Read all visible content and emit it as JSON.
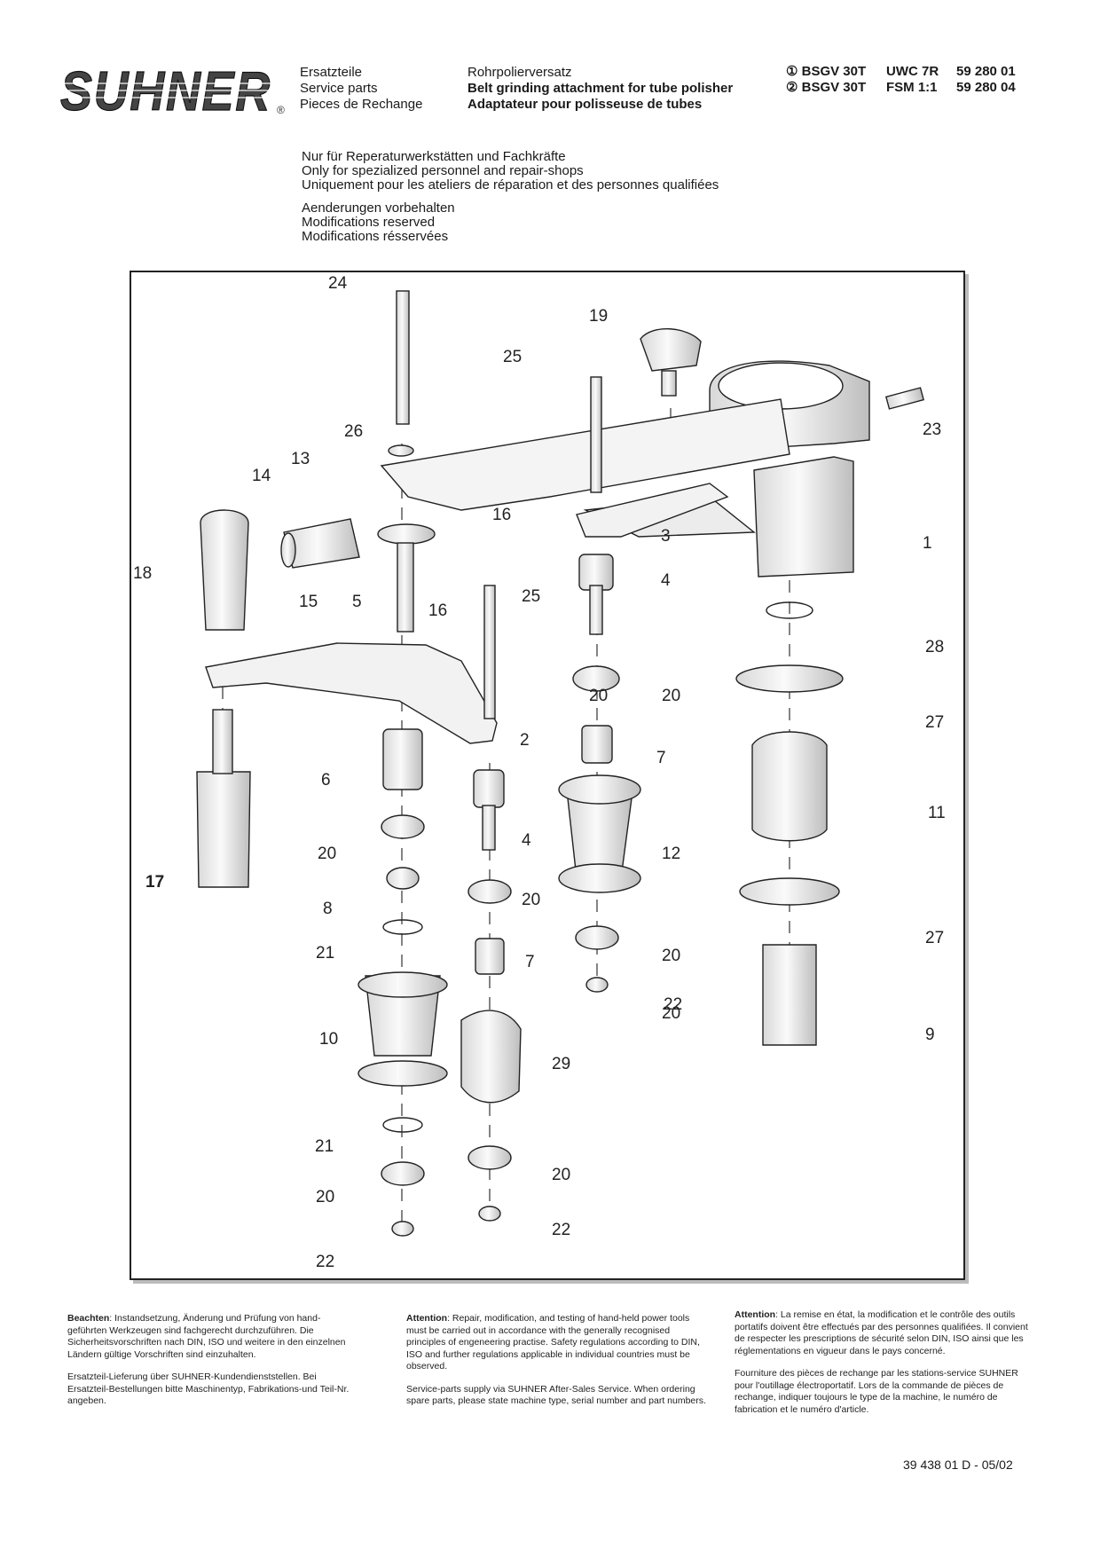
{
  "header": {
    "brand": "SUHNER",
    "registered": "®",
    "type_lines": [
      "Ersatzteile",
      "Service parts",
      "Pieces de Rechange"
    ],
    "product_lines": [
      "Rohrpolierversatz",
      "Belt grinding attachment for tube polisher",
      "Adaptateur pour polisseuse de tubes"
    ],
    "variants": [
      {
        "mark": "①",
        "model": "BSGV 30T",
        "config": "UWC 7R",
        "part_no": "59 280 01"
      },
      {
        "mark": "②",
        "model": "BSGV 30T",
        "config": "FSM 1:1",
        "part_no": "59 280 04"
      }
    ]
  },
  "notices": {
    "workshop": [
      "Nur für Reperaturwerkstätten und Fachkräfte",
      "Only for spezialized personnel and repair-shops",
      "Uniquement pour les ateliers de réparation et des personnes qualifiées"
    ],
    "modifications": [
      "Aenderungen vorbehalten",
      "Modifications reserved",
      "Modifications résservées"
    ]
  },
  "diagram": {
    "part_numbers": [
      "24",
      "19",
      "25",
      "23",
      "26",
      "13",
      "14",
      "16",
      "3",
      "1",
      "18",
      "15",
      "5",
      "16",
      "25",
      "4",
      "28",
      "20",
      "27",
      "2",
      "20",
      "7",
      "6",
      "11",
      "4",
      "12",
      "20",
      "20",
      "17",
      "8",
      "20",
      "27",
      "21",
      "7",
      "20",
      "22",
      "10",
      "29",
      "9",
      "21",
      "20",
      "20",
      "22",
      "22"
    ]
  },
  "footer": {
    "col1": {
      "p1_label": "Beachten",
      "p1_text": ": Instandsetzung, Änderung und Prüfung von hand-geführten Werkzeugen sind fachgerecht durchzuführen. Die Sicherheitsvorschriften nach DIN, ISO und weitere in den einzelnen Ländern gültige Vorschriften sind einzuhalten.",
      "p2": "Ersatzteil-Lieferung über SUHNER-Kundendienststellen. Bei Ersatzteil-Bestellungen bitte Maschinentyp, Fabrikations-und Teil-Nr. angeben."
    },
    "col2": {
      "p1_label": "Attention",
      "p1_text": ": Repair, modification, and testing of hand-held power tools must be carried out in accordance with the generally recognised principles of engeneering practise. Safety regulations according to DIN, ISO and further regulations applicable in individual countries must be observed.",
      "p2": "Service-parts supply via SUHNER After-Sales Service. When ordering spare parts, please state machine type, serial number and part numbers."
    },
    "col3": {
      "p1_label": "Attention",
      "p1_text": ": La remise en état, la modification et le contrôle des outils portatifs doivent être effectués par des personnes qualifiées. Il convient de respecter les prescriptions de sécurité selon DIN, ISO ainsi que les réglementations en vigueur dans le pays concerné.",
      "p2": "Fourniture des pièces de rechange par les stations-service SUHNER pour l'outillage électroportatif. Lors de la commande de pièces de rechange, indiquer toujours le type de la machine, le numéro de fabrication et le numéro d'article."
    },
    "doc_number": "39 438 01 D - 05/02"
  }
}
